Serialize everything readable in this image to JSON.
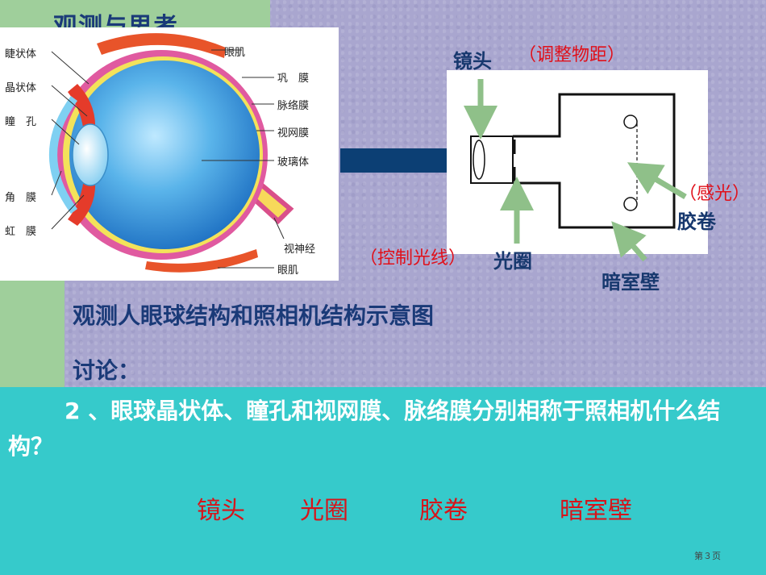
{
  "title": "观测与思考",
  "eye_labels": {
    "ciliary_body": "睫状体",
    "lens": "晶状体",
    "pupil": "瞳　孔",
    "cornea": "角　膜",
    "iris": "虹　膜",
    "eye_muscle_top": "眼肌",
    "sclera": "巩　膜",
    "choroid": "脉络膜",
    "retina": "视网膜",
    "vitreous": "玻璃体",
    "optic_nerve": "视神经",
    "eye_muscle_bottom": "眼肌"
  },
  "camera": {
    "lens_label": "镜头",
    "lens_note": "（调整物距）",
    "film_note": "（感光）",
    "film_label": "胶卷",
    "aperture_note": "（控制光线）",
    "aperture_label": "光圈",
    "dark_chamber_label": "暗室壁"
  },
  "caption": "观测人眼球结构和照相机结构示意图",
  "discussion_label": "讨论：",
  "question": "2 、眼球晶状体、瞳孔和视网膜、脉络膜分别相称于照相机什么结构？",
  "answers": [
    "镜头",
    "光圈",
    "胶卷",
    "暗室壁"
  ],
  "page_number": "第３页",
  "colors": {
    "background": "#a9a6cf",
    "green_band": "#9fcf9b",
    "title_blue": "#1a3a78",
    "question_box": "#36cacb",
    "answer_red": "#d7141a",
    "connector": "#0c3f74",
    "arrow_green": "#8fc089"
  }
}
